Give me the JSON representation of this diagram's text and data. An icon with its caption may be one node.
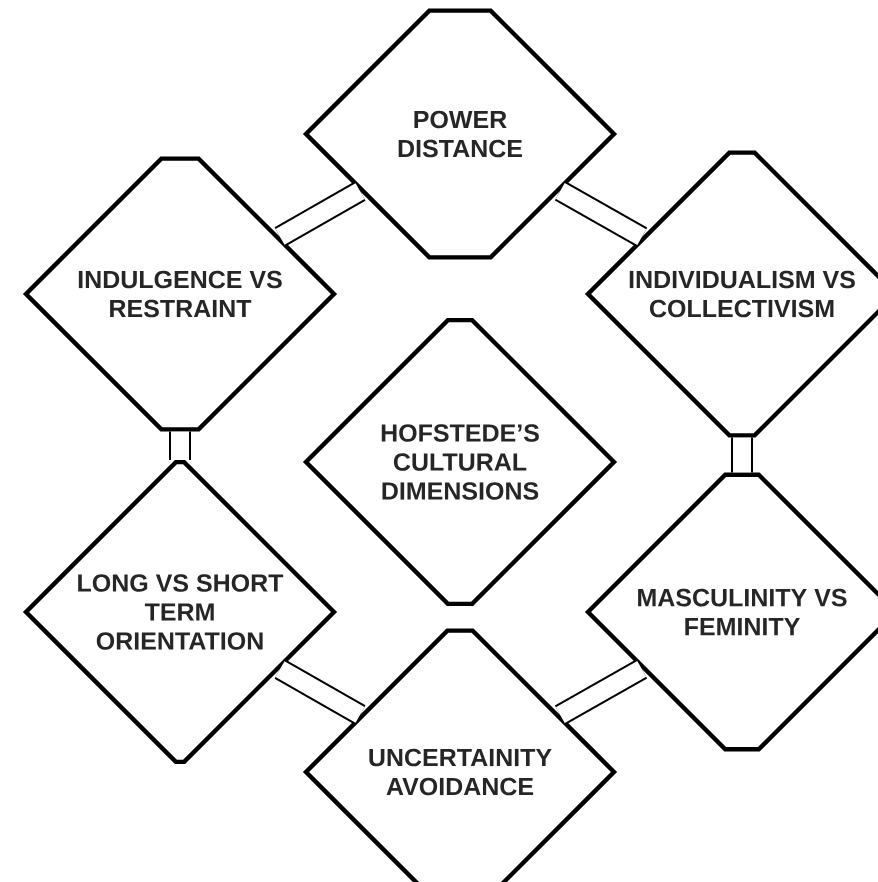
{
  "diagram": {
    "nodes": [
      {
        "text": [
          "POWER DISTANCE"
        ]
      },
      {
        "text": [
          "INDULGENCE VS RESTRAINT"
        ]
      },
      {
        "text": [
          "INDIVIDUALISM VS COLLECTIVISM"
        ]
      },
      {
        "text": [
          "HOFSTEDE’S CULTURAL DIMENSIONS"
        ]
      },
      {
        "text": [
          "LONG VS SHORT TERM ORIENTATION"
        ]
      },
      {
        "text": [
          "MASCULINITY VS FEMINITY"
        ]
      },
      {
        "text": [
          "UNCERTAINITY AVOIDANCE"
        ]
      }
    ],
    "edges": [
      {
        "from": 0,
        "to": 1,
        "arrow": "none"
      },
      {
        "from": 0,
        "to": 2,
        "arrow": "none"
      },
      {
        "from": 1,
        "to": 4,
        "arrow": "none"
      },
      {
        "from": 2,
        "to": 5,
        "arrow": "none"
      },
      {
        "from": 4,
        "to": 6,
        "arrow": "none"
      },
      {
        "from": 5,
        "to": 6,
        "arrow": "none"
      }
    ]
  }
}
